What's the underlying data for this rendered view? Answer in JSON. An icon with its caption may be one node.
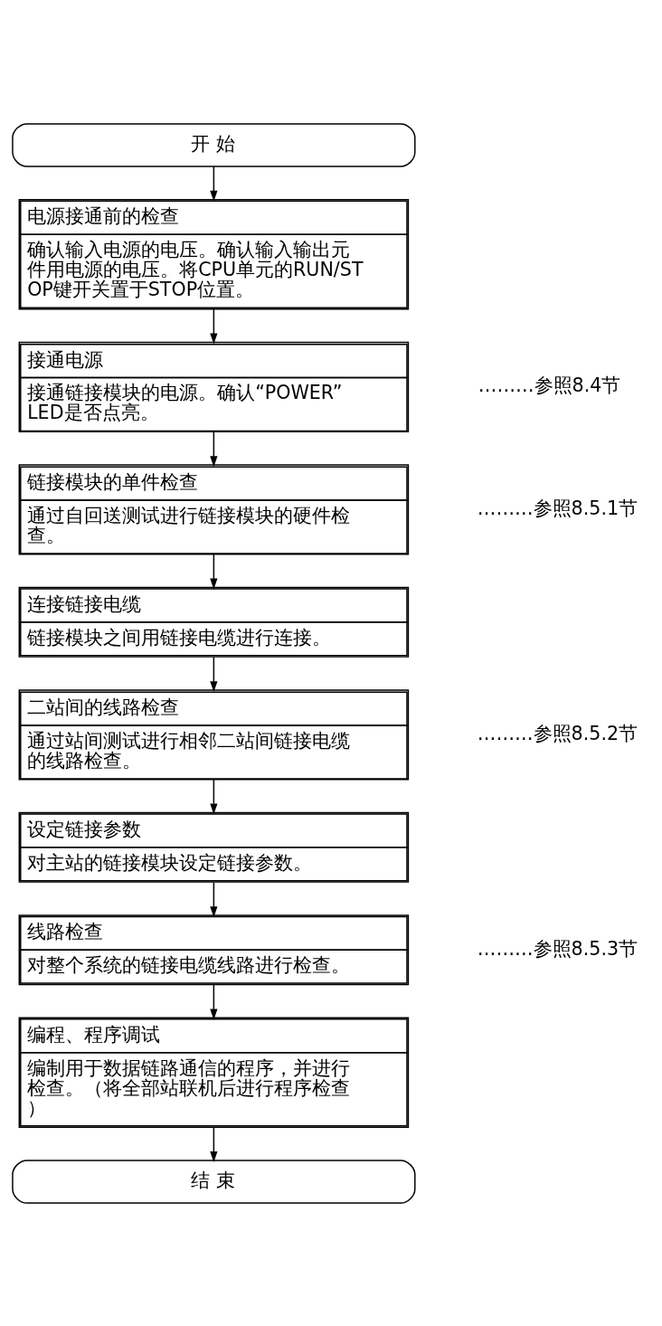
{
  "diagram": {
    "nodes": [
      {
        "text": [
          "开 始"
        ]
      },
      {
        "text": [
          "电源接通前的检查",
          "确认输入电源的电压。确认输入输出元件用电源的电压。将CPU单元的RUN/STOP键开关置于STOP位置。"
        ]
      },
      {
        "text": [
          "接通电源",
          "接通链接模块的电源。确认“POWER”LED是否点亮。"
        ],
        "beside": [
          "………参照8.4节"
        ]
      },
      {
        "text": [
          "链接模块的单件检查",
          "通过自回送测试进行链接模块的硬件检查。"
        ],
        "beside": [
          "………参照8.5.1节"
        ]
      },
      {
        "text": [
          "连接链接电缆",
          "链接模块之间用链接电缆进行连接。"
        ]
      },
      {
        "text": [
          "二站间的线路检查",
          "通过站间测试进行相邻二站间链接电缆的线路检查。"
        ],
        "beside": [
          "………参照8.5.2节"
        ]
      },
      {
        "text": [
          "设定链接参数",
          "对主站的链接模块设定链接参数。"
        ]
      },
      {
        "text": [
          "线路检查",
          "对整个系统的链接电缆线路进行检查。"
        ],
        "beside": [
          "………参照8.5.3节"
        ]
      },
      {
        "text": [
          "编程、程序调试",
          "编制用于数据链路通信的程序，并进行检查。（将全部站联机后进行程序检查）"
        ]
      },
      {
        "text": [
          "结 束"
        ]
      }
    ],
    "edges": [
      {
        "from": 0,
        "to": 1,
        "arrow": "to"
      },
      {
        "from": 1,
        "to": 2,
        "arrow": "to"
      },
      {
        "from": 2,
        "to": 3,
        "arrow": "to"
      },
      {
        "from": 3,
        "to": 4,
        "arrow": "to"
      },
      {
        "from": 4,
        "to": 5,
        "arrow": "to"
      },
      {
        "from": 5,
        "to": 6,
        "arrow": "to"
      },
      {
        "from": 6,
        "to": 7,
        "arrow": "to"
      },
      {
        "from": 7,
        "to": 8,
        "arrow": "to"
      },
      {
        "from": 8,
        "to": 9,
        "arrow": "to"
      }
    ]
  }
}
